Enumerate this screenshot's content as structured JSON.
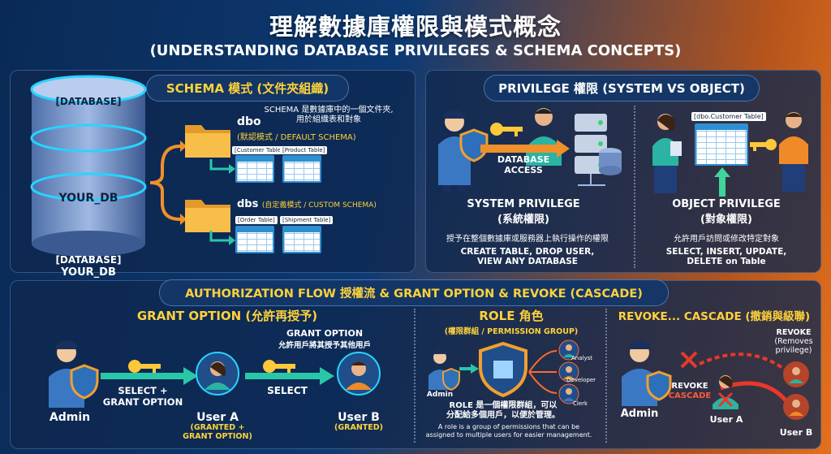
{
  "title": "理解數據庫權限與模式概念",
  "subtitle": "(UNDERSTANDING DATABASE PRIVILEGES & SCHEMA CONCEPTS)",
  "schema": {
    "heading": "SCHEMA 模式 (文件夾組織)",
    "db_label_top": "[DATABASE]",
    "db_name": "YOUR_DB",
    "db_label_bottom": "[DATABASE]",
    "db_name_bottom": "YOUR_DB",
    "note_line1": "SCHEMA 是數據庫中的一個文件夾,",
    "note_line2": "用於組織表和對象",
    "dbo_name": "dbo",
    "dbo_desc": "(默認模式 / DEFAULT SCHEMA)",
    "dbo_tables": [
      "[Customer Table]",
      "[Product Table]"
    ],
    "dbs_name": "dbs",
    "dbs_desc": "(自定義模式 / CUSTOM SCHEMA)",
    "dbs_tables": [
      "[Order Table]",
      "[Shipment Table]"
    ]
  },
  "privilege": {
    "heading": "PRIVILEGE 權限 (SYSTEM VS OBJECT)",
    "db_access": "DATABASE\nACCESS",
    "db_access_1": "DATABASE",
    "db_access_2": "ACCESS",
    "system_title": "SYSTEM PRIVILEGE",
    "system_cn": "(系統權限)",
    "system_desc": "授予在整個數據庫或服務器上執行操作的權限",
    "system_examples_1": "CREATE TABLE, DROP USER,",
    "system_examples_2": "VIEW ANY DATABASE",
    "object_table_label": "[dbo.Customer Table]",
    "object_title": "OBJECT PRIVILEGE",
    "object_cn": "(對象權限)",
    "object_desc": "允許用戶訪問或修改特定對象",
    "object_examples_1": "SELECT, INSERT, UPDATE,",
    "object_examples_2": "DELETE on Table"
  },
  "auth": {
    "heading": "AUTHORIZATION FLOW 授權流 & GRANT OPTION & REVOKE (CASCADE)",
    "grant": {
      "title": "GRANT OPTION (允許再授予)",
      "admin": "Admin",
      "key1_label_1": "SELECT +",
      "key1_label_2": "GRANT OPTION",
      "callout_1": "GRANT OPTION",
      "callout_2": "允許用戶將其授予其他用戶",
      "user_a": "User A",
      "user_a_note_1": "(GRANTED +",
      "user_a_note_2": "GRANT OPTION)",
      "key2_label": "SELECT",
      "user_b": "User B",
      "user_b_note": "(GRANTED)"
    },
    "role": {
      "title": "ROLE 角色",
      "subtitle": "(權限群組 / PERMISSION GROUP)",
      "admin": "Admin",
      "members": [
        "Analyst",
        "Developer",
        "Clerk"
      ],
      "desc_1": "ROLE 是一個權限群組，可以",
      "desc_2": "分配給多個用戶，以便於管理。",
      "en_1": "A role is a group of permissions that can be",
      "en_2": "assigned to multiple users for easier management."
    },
    "revoke": {
      "title": "REVOKE... CASCADE (撤銷與級聯)",
      "admin": "Admin",
      "label_1": "REVOKE",
      "label_2": "CASCADE",
      "user_a": "User A",
      "user_b": "User B",
      "note_title": "REVOKE",
      "note_1": "(Removes",
      "note_2": "privilege)"
    }
  },
  "colors": {
    "yellow": "#ffd23a",
    "green": "#7be08a",
    "orange": "#ff9a3c",
    "red": "#e8382a",
    "blue": "#2f8fd0"
  },
  "icons": [
    "database-icon",
    "folder-icon",
    "table-icon",
    "key-icon",
    "server-icon",
    "shield-icon",
    "user-icon",
    "arrow-icon",
    "cross-icon"
  ]
}
